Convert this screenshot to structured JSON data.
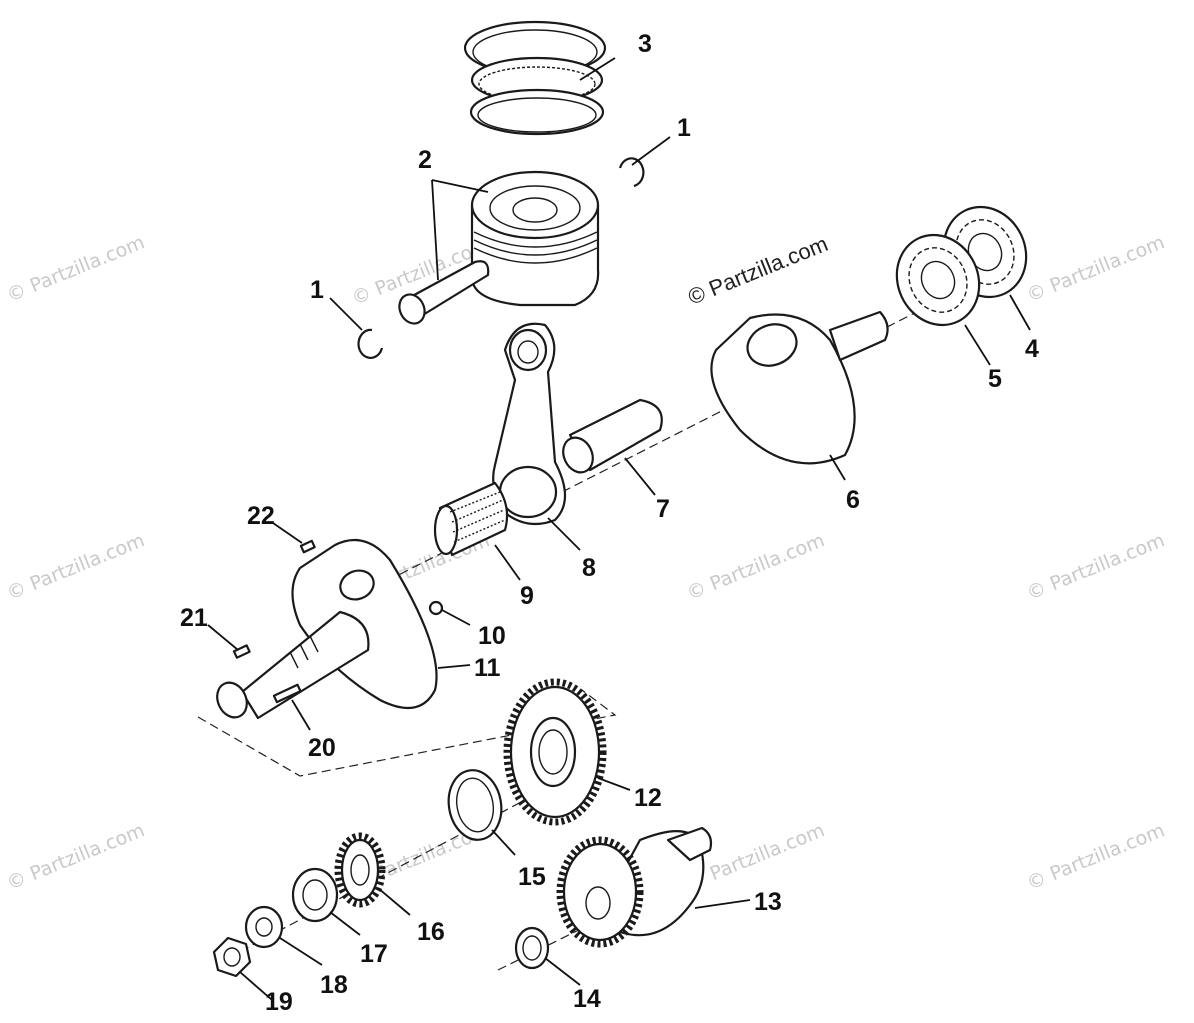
{
  "diagram": {
    "credit": "© Partzilla.com",
    "watermark": "© Partzilla.com",
    "callouts": [
      "1",
      "1",
      "2",
      "3",
      "4",
      "5",
      "6",
      "7",
      "8",
      "9",
      "10",
      "11",
      "12",
      "13",
      "14",
      "15",
      "16",
      "17",
      "18",
      "19",
      "20",
      "21",
      "22"
    ]
  }
}
